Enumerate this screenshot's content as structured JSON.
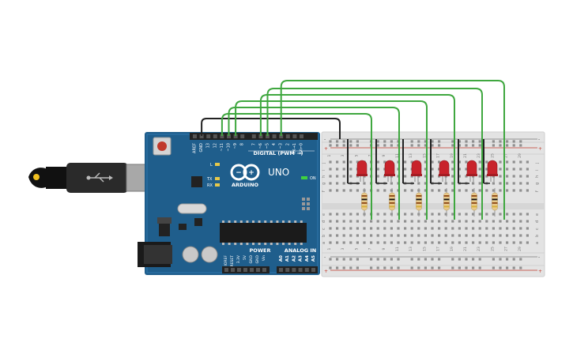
{
  "board": {
    "brand": "ARDUINO",
    "model": "UNO",
    "digital_header_label": "DIGITAL (PWM ~)",
    "power_label": "POWER",
    "analog_label": "ANALOG IN",
    "tx_label": "TX",
    "rx_label": "RX",
    "l_label": "L",
    "on_label": "ON",
    "digital_pins": [
      "AREF",
      "GND",
      "13",
      "12",
      "~11",
      "~10",
      "~9",
      "8",
      "7",
      "~6",
      "~5",
      "4",
      "~3",
      "2",
      "TX→1",
      "RX←0"
    ],
    "power_pins": [
      "IOREF",
      "RESET",
      "3.3V",
      "5V",
      "GND",
      "GND",
      "Vin"
    ],
    "analog_pins": [
      "A0",
      "A1",
      "A2",
      "A3",
      "A4",
      "A5"
    ]
  },
  "breadboard": {
    "row_letters_top": [
      "j",
      "i",
      "h",
      "g",
      "f"
    ],
    "row_letters_bottom": [
      "e",
      "d",
      "c",
      "b",
      "a"
    ],
    "column_numbers": [
      "1",
      "3",
      "5",
      "7",
      "9",
      "11",
      "13",
      "15",
      "17",
      "19",
      "21",
      "23",
      "25",
      "27",
      "29"
    ],
    "rail_plus": "+",
    "rail_minus": "-"
  },
  "components": {
    "led_count": 6,
    "resistor_count": 6,
    "led_color": "#c8232b",
    "wire_color_signal": "#3fa73f",
    "wire_color_ground": "#222222"
  },
  "colors": {
    "board_blue": "#1f5e8c",
    "breadboard": "#e3e3e3",
    "header": "#222222"
  }
}
